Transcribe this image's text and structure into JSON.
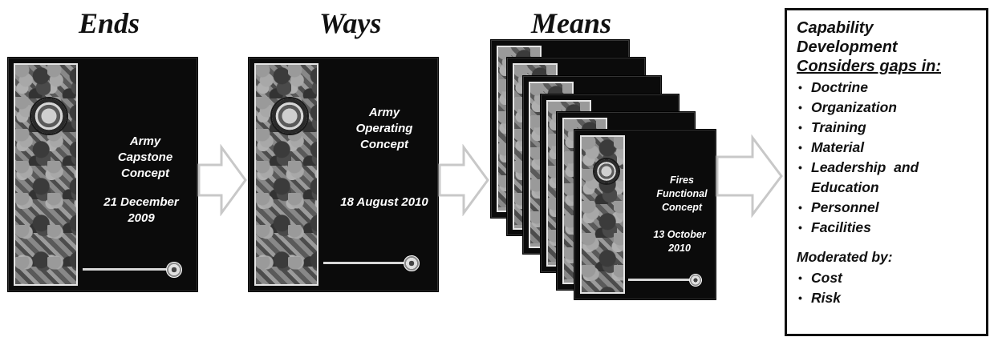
{
  "headings": {
    "ends": "Ends",
    "ways": "Ways",
    "means": "Means"
  },
  "documents": {
    "capstone": {
      "title": "Army Capstone Concept",
      "date": "21 December 2009"
    },
    "operating": {
      "title": "Army Operating Concept",
      "date": "18 August 2010"
    },
    "fires": {
      "title": "Fires Functional Concept",
      "date": "13 October 2010"
    }
  },
  "capability_box": {
    "title_line1": "Capability",
    "title_line2": "Development",
    "subtitle": "Considers gaps in:",
    "gaps": [
      "Doctrine",
      "Organization",
      "Training",
      "Material",
      "Leadership  and Education",
      "Personnel",
      "Facilities"
    ],
    "moderated_label": "Moderated by:",
    "moderators": [
      "Cost",
      "Risk"
    ]
  },
  "colors": {
    "document_bg": "#0b0b0b",
    "arrow_stroke": "#c8c8c8",
    "text": "#111111"
  }
}
